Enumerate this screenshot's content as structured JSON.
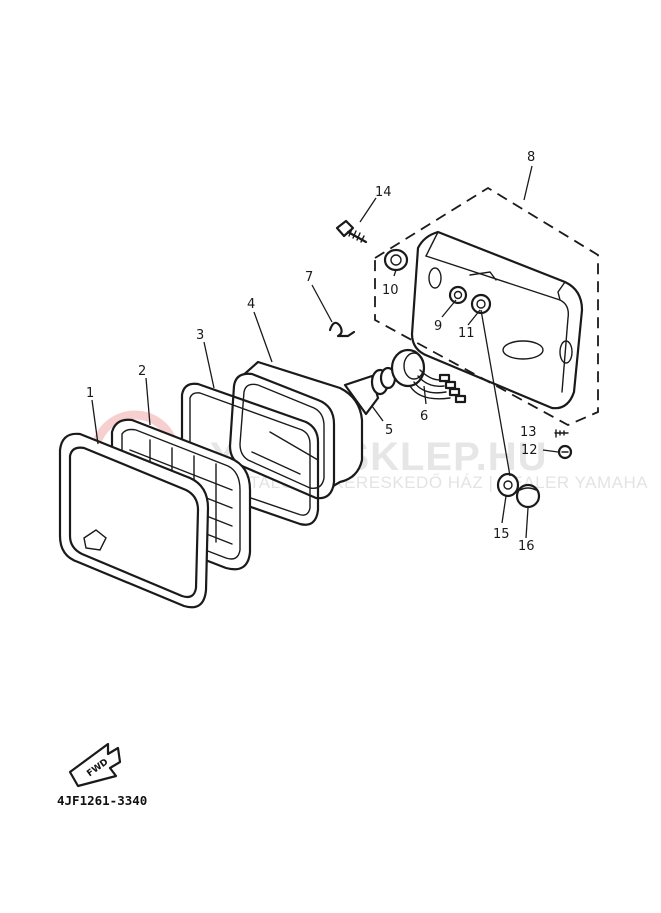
{
  "diagram_code": "4JF1261-3340",
  "watermark": {
    "brand": "YAMA-SKLEP.HU",
    "line": "HIVATALOS ... KERESKEDŐ HÁZ | DEALER YAMAHA"
  },
  "fwd_label": "FWD",
  "parts": [
    {
      "number": "1"
    },
    {
      "number": "2"
    },
    {
      "number": "3"
    },
    {
      "number": "4"
    },
    {
      "number": "5"
    },
    {
      "number": "6"
    },
    {
      "number": "7"
    },
    {
      "number": "8"
    },
    {
      "number": "9"
    },
    {
      "number": "10"
    },
    {
      "number": "11"
    },
    {
      "number": "12"
    },
    {
      "number": "13"
    },
    {
      "number": "14"
    },
    {
      "number": "15"
    },
    {
      "number": "16"
    }
  ]
}
